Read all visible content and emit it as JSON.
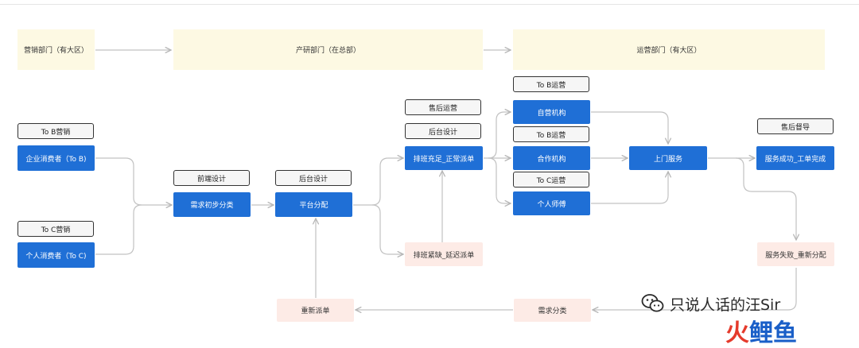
{
  "departments": {
    "marketing": "营销部门（有大区）",
    "rnd": "产研部门（在总部）",
    "operations": "运营部门（有大区）"
  },
  "tags": {
    "tob_marketing": "To B营销",
    "toc_marketing": "To C营销",
    "frontend_design": "前端设计",
    "backend_design_1": "后台设计",
    "aftersales_ops": "售后运营",
    "backend_design_2": "后台设计",
    "tob_ops_1": "To B运营",
    "tob_ops_2": "To B运营",
    "toc_ops": "To C运营",
    "aftersales_supervise": "售后督导"
  },
  "nodes": {
    "enterprise_consumer": "企业消费者（To B)",
    "personal_consumer": "个人消费者（To C)",
    "demand_classify": "需求初步分类",
    "platform_dispatch": "平台分配",
    "schedule_ok": "排班充足_正常派单",
    "schedule_tight": "排班紧缺_延迟派单",
    "self_operated": "自营机构",
    "partner": "合作机构",
    "individual": "个人师傅",
    "onsite_service": "上门服务",
    "service_success": "服务成功_工单完成",
    "service_fail": "服务失败_重新分配",
    "demand_sort": "需求分类",
    "redispatch": "重新派单"
  },
  "watermark": {
    "text": "只说人话的汪Sir",
    "logo_chars": [
      "火",
      "鲤",
      "鱼"
    ]
  },
  "colors": {
    "node_blue": "#1f6fd6",
    "node_pink": "#fdebe6",
    "dept_fill": "#fdf9e3",
    "line": "#bdbdbd",
    "logo_red": "#e53a2b",
    "logo_blue": "#1a5fc8"
  }
}
